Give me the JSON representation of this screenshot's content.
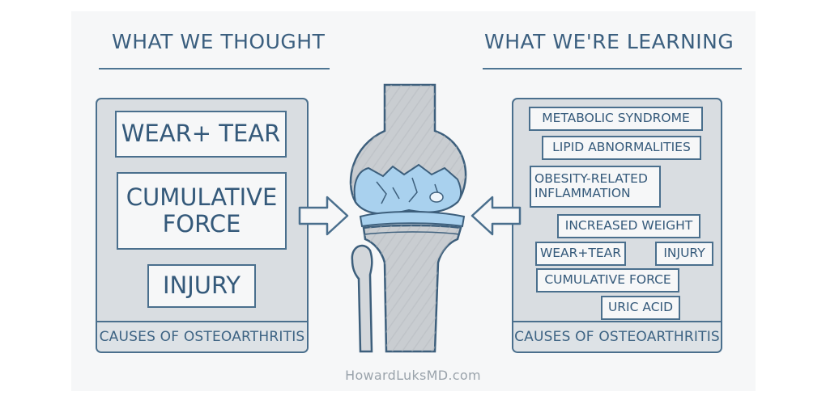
{
  "headings": {
    "left": "WHAT WE THOUGHT",
    "right": "WHAT WE'RE LEARNING"
  },
  "left_panel": {
    "items": [
      "WEAR+ TEAR",
      "CUMULATIVE FORCE",
      "INJURY"
    ],
    "footer": "CAUSES OF OSTEOARTHRITIS"
  },
  "right_panel": {
    "items": [
      "METABOLIC SYNDROME",
      "LIPID ABNORMALITIES",
      "OBESITY-RELATED INFLAMMATION",
      "INCREASED WEIGHT",
      "WEAR+TEAR",
      "INJURY",
      "CUMULATIVE FORCE",
      "URIC ACID"
    ],
    "footer": "CAUSES OF OSTEOARTHRITIS"
  },
  "credit": "HowardLuksMD.com",
  "colors": {
    "ink": "#4a6f8d",
    "panel": "#d9dde1",
    "bone": "#c9cdd1",
    "cartilage": "#a9d1ee"
  },
  "icons": {
    "left_arrow": "arrow-right-icon",
    "right_arrow": "arrow-left-icon",
    "illustration": "knee-joint-icon"
  }
}
